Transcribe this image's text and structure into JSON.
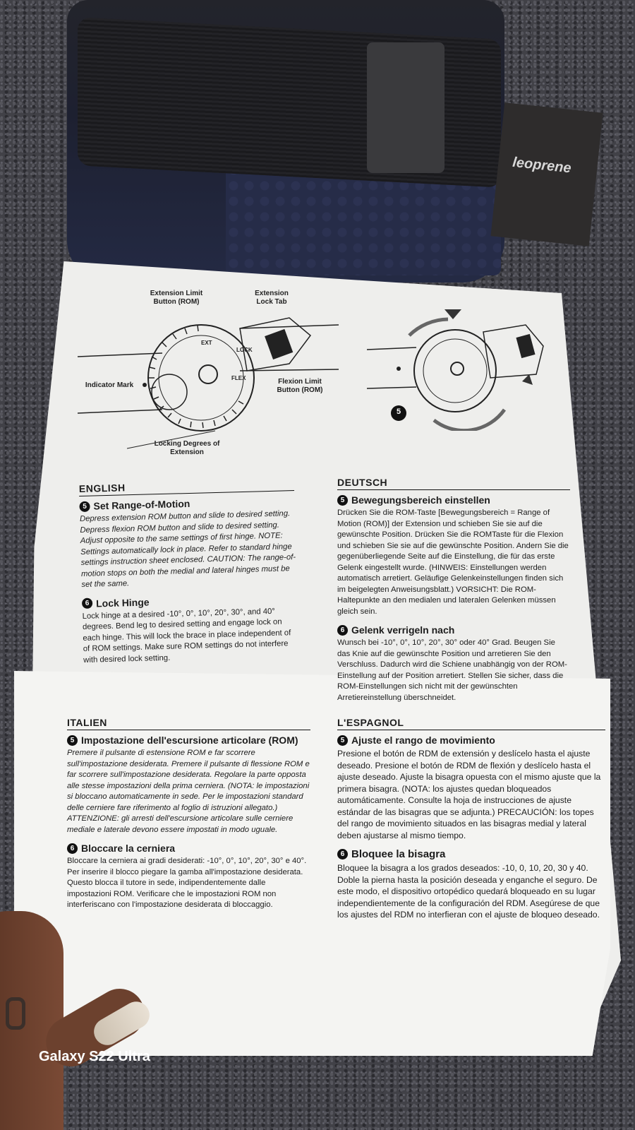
{
  "tag_text": "leoprene",
  "diagram": {
    "labels": {
      "extension_limit": "Extension Limit Button (ROM)",
      "extension_lock_tab": "Extension Lock Tab",
      "indicator_mark": "Indicator Mark",
      "flexion_limit": "Flexion Limit Button (ROM)",
      "locking_degrees": "Locking Degrees of Extension",
      "lock": "LOCK",
      "ext": "EXT",
      "flex": "FLEX"
    },
    "step_badge": "5"
  },
  "english": {
    "language": "ENGLISH",
    "s5_num": "5",
    "s5_title": "Set Range-of-Motion",
    "s5_text": "Depress extension ROM button and slide to desired setting. Depress flexion ROM button and slide to desired setting. Adjust opposite to the same settings of first hinge. NOTE: Settings automatically lock in place. Refer to standard hinge settings instruction sheet enclosed. CAUTION: The range-of-motion stops on both the medial and lateral hinges must be set the same.",
    "s6_num": "6",
    "s6_title": "Lock Hinge",
    "s6_text": "Lock hinge at a desired -10°, 0°, 10°, 20°, 30°, and 40° degrees. Bend leg to desired setting and engage lock on each hinge. This will lock the brace in place independent of of ROM settings. Make sure ROM settings do not interfere with desired lock setting."
  },
  "deutsch": {
    "language": "DEUTSCH",
    "s5_num": "5",
    "s5_title": "Bewegungsbereich einstellen",
    "s5_text": "Drücken Sie die ROM-Taste [Bewegungsbereich = Range of Motion (ROM)] der Extension und schieben Sie sie auf die gewünschte Position. Drücken Sie die ROMTaste für die Flexion und schieben Sie sie auf die gewünschte Position. Andern Sie die gegenüberliegende Seite auf die Einstellung, die für das erste Gelenk eingestellt wurde. (HINWEIS: Einstellungen werden automatisch arretiert. Geläufige Gelenkeinstellungen finden sich im beigelegten Anweisungsblatt.) VORSICHT: Die ROM-Haltepunkte an den medialen und lateralen Gelenken müssen gleich sein.",
    "s6_num": "6",
    "s6_title": "Gelenk verrigeln nach",
    "s6_text": "Wunsch bei -10°, 0°, 10°, 20°, 30° oder 40° Grad. Beugen Sie das Knie auf die gewünschte Position und arretieren Sie den Verschluss. Dadurch wird die Schiene unabhängig von der ROM-Einstellung auf der Position arretiert. Stellen Sie sicher, dass die ROM-Einstellungen sich nicht mit der gewünschten Arretiereinstellung überschneidet."
  },
  "italien": {
    "language": "ITALIEN",
    "s5_num": "5",
    "s5_title": "Impostazione dell'escursione articolare (ROM)",
    "s5_text": "Premere il pulsante di estensione ROM e far scorrere sull'impostazione desiderata. Premere il pulsante di flessione ROM e far scorrere sull'impostazione desiderata. Regolare la parte opposta alle stesse impostazioni della prima cerniera. (NOTA: le impostazioni si bloccano automaticamente in sede. Per le impostazioni standard delle cerniere fare riferimento al foglio di istruzioni allegato.) ATTENZIONE: gli arresti dell'escursione articolare sulle cerniere mediale e laterale devono essere impostati in modo uguale.",
    "s6_num": "6",
    "s6_title": "Bloccare la cerniera",
    "s6_text": "Bloccare la cerniera ai gradi desiderati: -10°, 0°, 10°, 20°, 30° e 40°. Per inserire il blocco piegare la gamba all'impostazione desiderata. Questo blocca il tutore in sede, indipendentemente dalle impostazioni ROM. Verificare che le impostazioni ROM non interferiscano con l'impostazione desiderata di bloccaggio."
  },
  "espagnol": {
    "language": "L'ESPAGNOL",
    "s5_num": "5",
    "s5_title": "Ajuste el rango de movimiento",
    "s5_text": "Presione el botón de RDM de extensión y deslícelo hasta el ajuste deseado. Presione el botón de RDM de flexión y deslícelo hasta el ajuste deseado. Ajuste la bisagra opuesta con el mismo ajuste que la primera bisagra. (NOTA: los ajustes quedan bloqueados automáticamente. Consulte la hoja de instrucciones de ajuste estándar de las bisagras que se adjunta.) PRECAUCIÓN: los topes del rango de movimiento situados en las bisagras medial y lateral deben ajustarse al mismo tiempo.",
    "s6_num": "6",
    "s6_title": "Bloquee la bisagra",
    "s6_text": "Bloquee la bisagra a los grados deseados: -10, 0, 10, 20, 30 y 40. Doble la pierna hasta la posición deseada y enganche el seguro. De este modo, el dispositivo ortopédico quedará bloqueado en su lugar independientemente de la configuración del RDM. Asegúrese de que los ajustes del RDM no interfieran con el ajuste de bloqueo deseado."
  },
  "watermark": "Galaxy S22 Ultra"
}
